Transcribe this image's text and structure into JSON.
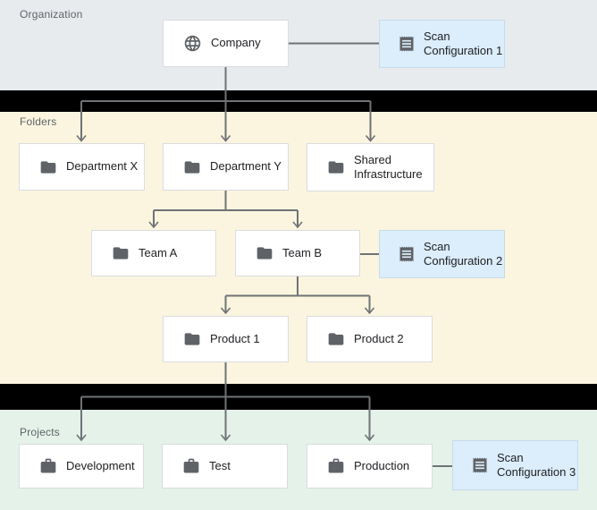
{
  "sections": {
    "organization": {
      "label": "Organization"
    },
    "folders": {
      "label": "Folders"
    },
    "projects": {
      "label": "Projects"
    }
  },
  "nodes": {
    "company": {
      "label": "Company",
      "icon": "globe"
    },
    "scan_config_1": {
      "label": "Scan Configuration 1",
      "icon": "receipt"
    },
    "department_x": {
      "label": "Department X",
      "icon": "folder"
    },
    "department_y": {
      "label": "Department Y",
      "icon": "folder"
    },
    "shared_infrastructure": {
      "label": "Shared Infrastructure",
      "icon": "folder"
    },
    "team_a": {
      "label": "Team A",
      "icon": "folder"
    },
    "team_b": {
      "label": "Team B",
      "icon": "folder"
    },
    "scan_config_2": {
      "label": "Scan Configuration 2",
      "icon": "receipt"
    },
    "product_1": {
      "label": "Product 1",
      "icon": "folder"
    },
    "product_2": {
      "label": "Product 2",
      "icon": "folder"
    },
    "development": {
      "label": "Development",
      "icon": "briefcase"
    },
    "test": {
      "label": "Test",
      "icon": "briefcase"
    },
    "production": {
      "label": "Production",
      "icon": "briefcase"
    },
    "scan_config_3": {
      "label": "Scan Configuration 3",
      "icon": "receipt"
    }
  },
  "colors": {
    "organization_bg": "#e8ebee",
    "folders_bg": "#fbf5e0",
    "projects_bg": "#e4f2e9",
    "band": "#000000",
    "node_bg": "#ffffff",
    "node_border": "#dadce0",
    "scan_node_bg": "#dcedfb",
    "scan_node_border": "#c7dbe9",
    "edge": "#6f7376",
    "icon": "#5f6368",
    "label_text": "#202124",
    "section_label_text": "#5f6368"
  }
}
